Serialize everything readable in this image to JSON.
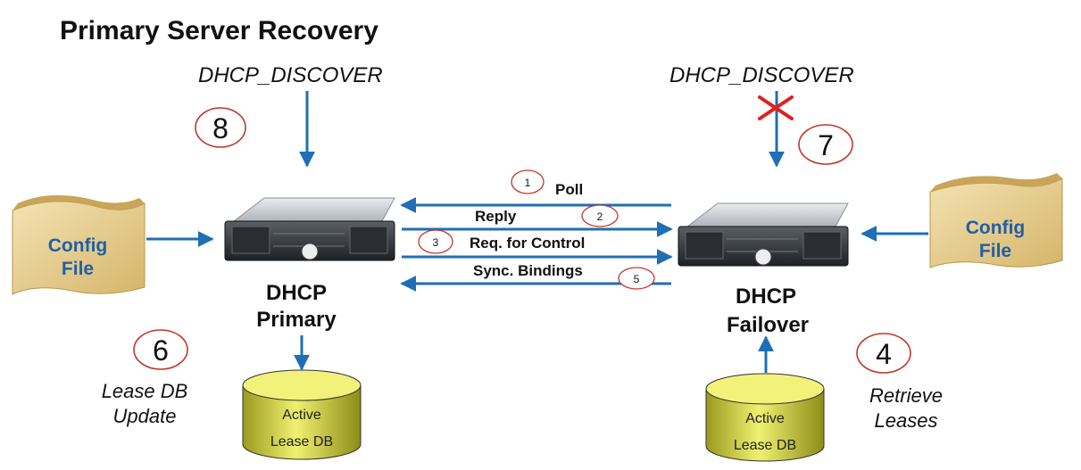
{
  "title": "Primary Server Recovery",
  "discover_left": "DHCP_DISCOVER",
  "discover_right": "DHCP_DISCOVER",
  "config_left": {
    "line1": "Config",
    "line2": "File"
  },
  "config_right": {
    "line1": "Config",
    "line2": "File"
  },
  "primary_label": {
    "line1": "DHCP",
    "line2": "Primary"
  },
  "failover_label": {
    "line1": "DHCP",
    "line2": "Failover"
  },
  "db_left": {
    "line1": "Active",
    "line2": "Lease DB"
  },
  "db_right": {
    "line1": "Active",
    "line2": "Lease DB"
  },
  "messages": {
    "poll": "Poll",
    "reply": "Reply",
    "req_control": "Req. for Control",
    "sync_bindings": "Sync. Bindings"
  },
  "small_steps": [
    "1",
    "2",
    "3",
    "5"
  ],
  "big_steps": {
    "eight": "8",
    "seven": "7",
    "six": "6",
    "four": "4"
  },
  "lease_update": {
    "line1": "Lease DB",
    "line2": "Update"
  },
  "retrieve_leases": {
    "line1": "Retrieve",
    "line2": "Leases"
  },
  "colors": {
    "arrow": "#1f6fb5",
    "step_circle": "#c0392b",
    "blocked_x": "#e02020",
    "config_fill": "#e7cf8f",
    "config_text": "#1f5fa8",
    "db_fill": "#e3e35a"
  }
}
